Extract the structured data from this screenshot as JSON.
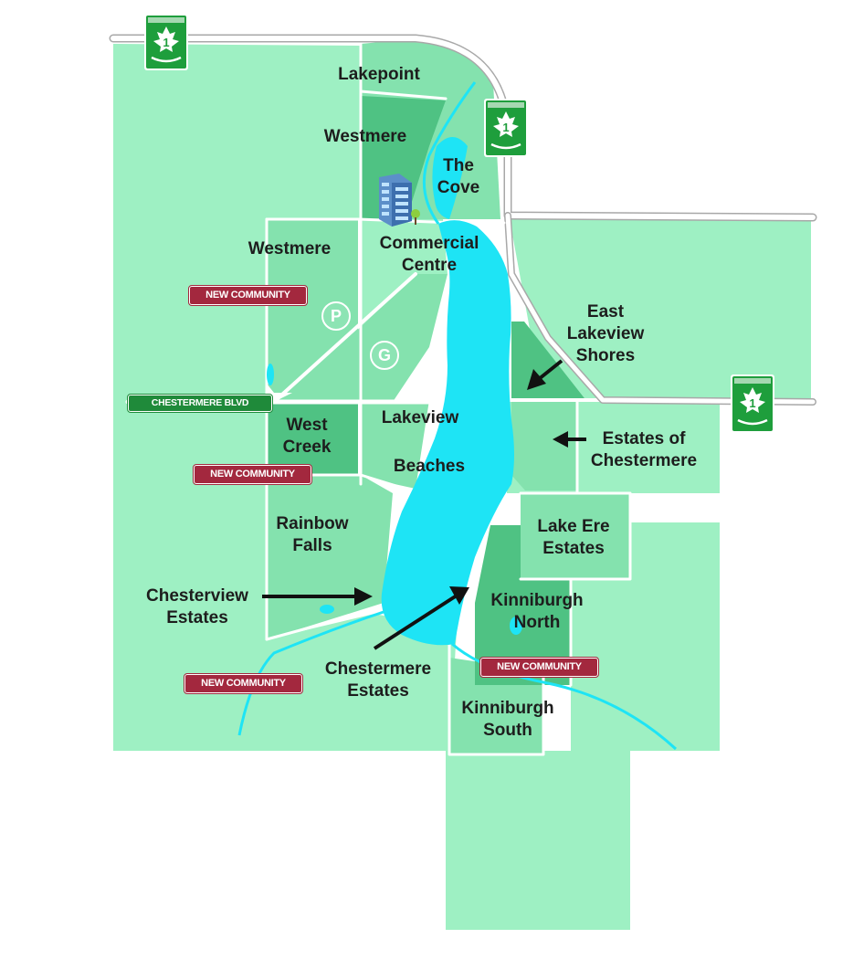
{
  "colors": {
    "land_light": "#9ef0c3",
    "land_mid": "#84e2ae",
    "land_dark": "#4fc283",
    "water": "#1ee4f5",
    "road": "#ffffff",
    "road_edge": "#a8a8a8",
    "badge_red": "#a3283e",
    "sign_green": "#1f8a3a"
  },
  "neighbourhoods": {
    "lakepoint": "Lakepoint",
    "westmere_north": "Westmere",
    "the_cove": "The\nCove",
    "westmere_south": "Westmere",
    "commercial_centre": "Commercial\nCentre",
    "east_lakeview_shores": "East\nLakeview\nShores",
    "west_creek": "West\nCreek",
    "lakeview": "Lakeview",
    "beaches": "Beaches",
    "estates_of_chestermere": "Estates of\nChestermere",
    "rainbow_falls": "Rainbow\nFalls",
    "lake_ere_estates": "Lake Ere\nEstates",
    "chesterview_estates": "Chesterview\nEstates",
    "kinniburgh_north": "Kinniburgh\nNorth",
    "chestermere_estates": "Chestermere\nEstates",
    "kinniburgh_south": "Kinniburgh\nSouth"
  },
  "badges": {
    "new_community_1": "NEW COMMUNITY",
    "new_community_2": "NEW COMMUNITY",
    "new_community_3": "NEW COMMUNITY",
    "new_community_4": "NEW COMMUNITY"
  },
  "road_sign": "CHESTERMERE BLVD",
  "poi": {
    "parking": "P",
    "golf": "G"
  },
  "highway_shield": {
    "number": "1",
    "icon": "trans-canada-maple-leaf-shield-icon"
  },
  "icons": [
    "office-building-icon",
    "direction-arrow-icon"
  ]
}
